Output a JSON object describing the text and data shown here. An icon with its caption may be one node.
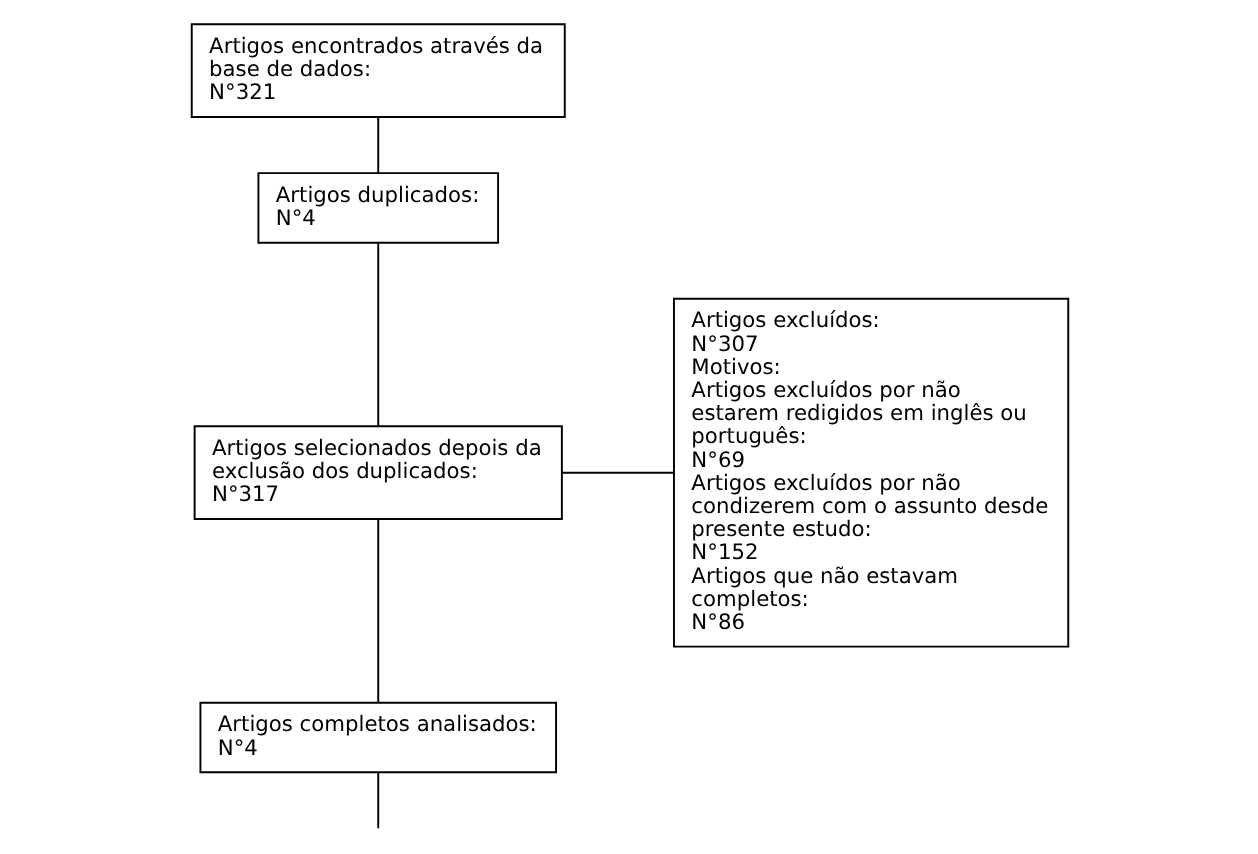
{
  "diagram": {
    "nodes": [
      {
        "text": [
          "Artigos encontrados através da base de dados:",
          "N°321"
        ]
      },
      {
        "text": [
          "Artigos duplicados:",
          "N°4"
        ]
      },
      {
        "text": [
          "Artigos selecionados depois da exclusão dos duplicados:",
          "N°317"
        ]
      },
      {
        "text": [
          "Artigos completos analisados:",
          "N°4"
        ]
      },
      {
        "text": [
          "Artigos excluídos:",
          "N°307",
          "Motivos:",
          "Artigos excluídos por não estarem redigidos em inglês ou português:",
          "N°69",
          "Artigos excluídos por não condizerem com o assunto desde presente estudo:",
          "N°152",
          "Artigos que não estavam completos:",
          "N°86"
        ]
      }
    ],
    "edges": [
      {
        "from": 0,
        "to": 1,
        "arrow": "none"
      },
      {
        "from": 1,
        "to": 2,
        "arrow": "none"
      },
      {
        "from": 2,
        "to": 3,
        "arrow": "none"
      },
      {
        "from": 2,
        "to": 4,
        "arrow": "none"
      },
      {
        "from": 3,
        "to": null,
        "arrow": "none"
      }
    ]
  }
}
